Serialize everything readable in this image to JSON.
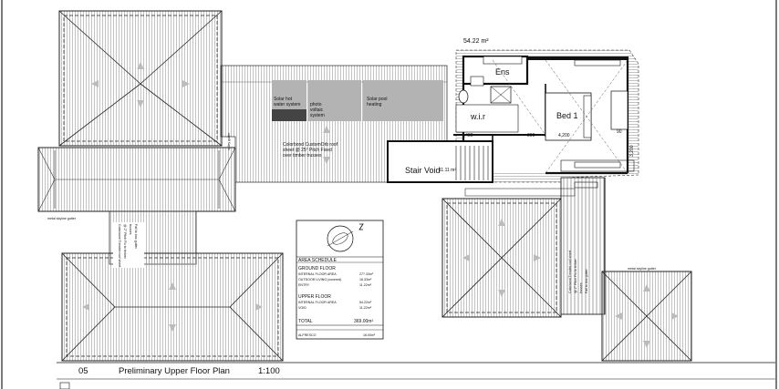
{
  "drawing": {
    "number": "05",
    "title": "Preliminary Upper Floor Plan",
    "scale": "1:100",
    "colors": {
      "line": "#111111",
      "panel_grey": "#b3b3b3",
      "panel_dark": "#444444",
      "hatch": "#9a9a9a"
    }
  },
  "labels": {
    "upper_area": "54.22 m²",
    "ens": "Ens",
    "wir": "w.i.r",
    "bed": "Bed 1",
    "stair_void": "Stair Void",
    "stair_area": "11.11 m²",
    "solar_hot_water": [
      "Solar hot",
      "water system"
    ],
    "photo_voltaic": [
      "photo",
      "voltaic",
      "system"
    ],
    "solar_pool": [
      "Solar pool",
      "heating"
    ],
    "roof_sheet": [
      "Colorbond CustomOrb roof",
      "sheet @ 25° Pitch Fixed",
      "over timber trusses"
    ],
    "valley_gutter": "valley gutter",
    "metal_skyline_gutter": "metal skyline gutter",
    "skyline_gutter_right": "metal skyline gutter",
    "fall_to_box_gutter": [
      "Colorbond Trimdek roof sheet",
      "@ 2° Pitch Fix to timber",
      "trusses",
      "Fall to box gutter"
    ],
    "dim_4430": "4,430",
    "dim_200": "200",
    "dim_4200": "4,200",
    "dim_3200": "3,200",
    "dim_90": "90"
  },
  "area_schedule": {
    "title": "AREA SCHEDULE",
    "ground_heading": "GROUND FLOOR",
    "ground_rows": [
      {
        "label": "INTERNAL FLOOR AREA",
        "value": "277.33m²"
      },
      {
        "label": "OUTDOOR LIVING (covered)",
        "value": "16.33m²"
      },
      {
        "label": "ENTRY",
        "value": "11.22m²"
      }
    ],
    "upper_heading": "UPPER FLOOR",
    "upper_rows": [
      {
        "label": "INTERNAL FLOOR AREA",
        "value": "54.22m²"
      },
      {
        "label": "VOID",
        "value": "11.22m²"
      }
    ],
    "total_label": "TOTAL",
    "total_value": "369.00m²",
    "alfresco_label": "ALFRESCO",
    "alfresco_value": "16.00m²"
  }
}
